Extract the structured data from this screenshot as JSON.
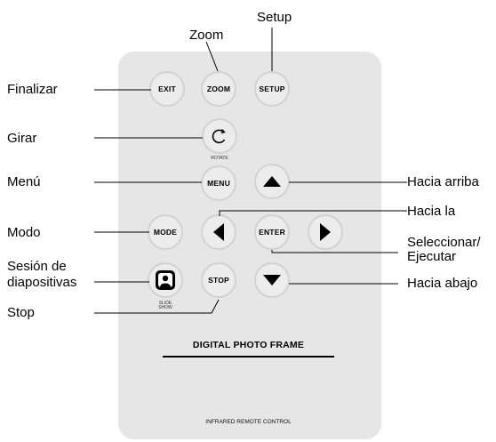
{
  "remote": {
    "buttons": {
      "exit": "EXIT",
      "zoom": "ZOOM",
      "setup": "SETUP",
      "menu": "MENU",
      "mode": "MODE",
      "enter": "ENTER",
      "stop": "STOP"
    },
    "captions": {
      "rotate": "ROTATE",
      "slideshow_1": "SLIDE",
      "slideshow_2": "SHOW"
    },
    "title": "DIGITAL PHOTO FRAME",
    "footer": "INFRARED REMOTE CONTROL"
  },
  "labels": {
    "zoom": "Zoom",
    "setup": "Setup",
    "finalizar": "Finalizar",
    "girar": "Girar",
    "menu": "Menú",
    "modo": "Modo",
    "sesion_line1": "Sesión de",
    "sesion_line2": "diapositivas",
    "stop": "Stop",
    "hacia_arriba": "Hacia arriba",
    "hacia_la": "Hacia la",
    "seleccionar_line1": "Seleccionar/",
    "seleccionar_line2": "Ejecutar",
    "hacia_abajo": "Hacia abajo"
  }
}
